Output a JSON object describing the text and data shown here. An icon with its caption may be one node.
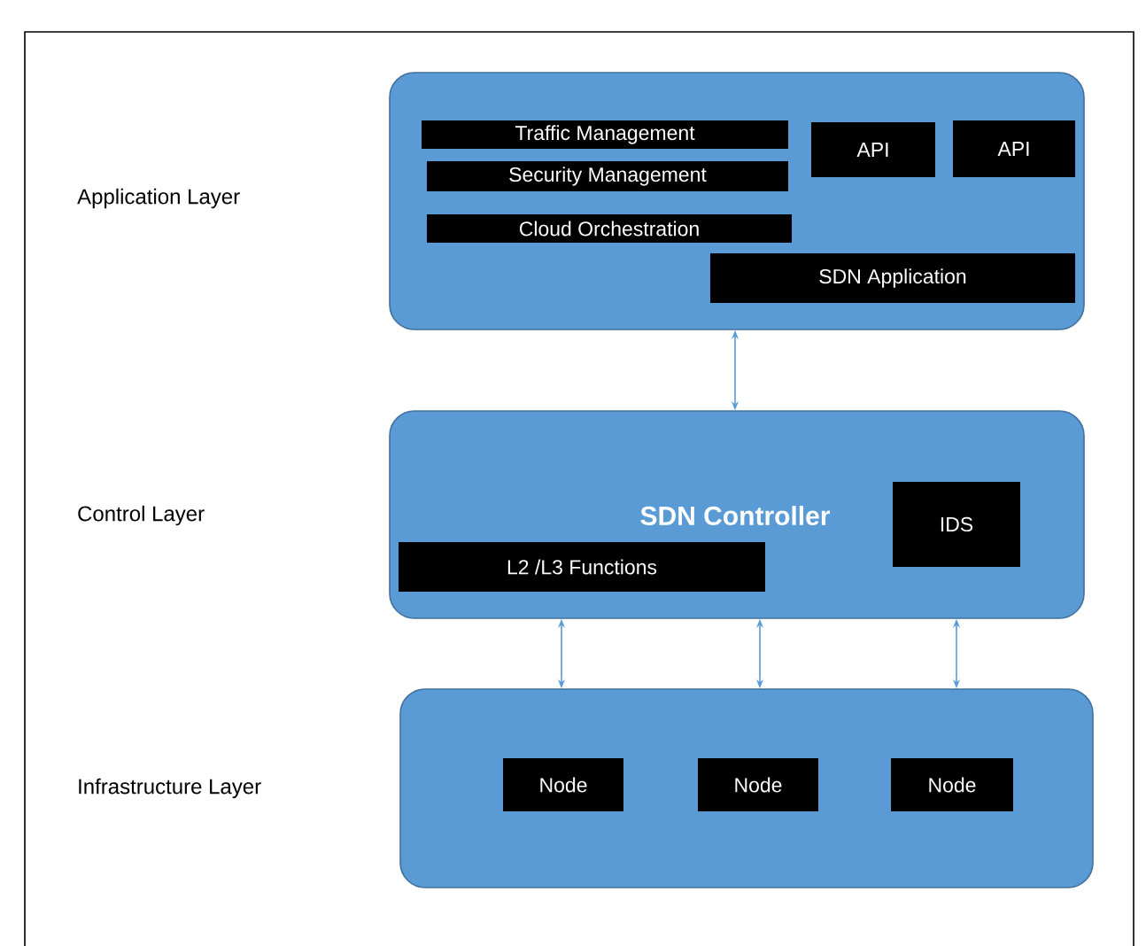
{
  "diagram": {
    "nodes": [
      {
        "text": [],
        "shape": "box"
      },
      {
        "text": [
          "Traffic Management"
        ],
        "in": 0
      },
      {
        "text": [
          "Security Management"
        ],
        "in": 0
      },
      {
        "text": [
          "API"
        ],
        "in": 0
      },
      {
        "text": [
          "API"
        ],
        "in": 0
      },
      {
        "text": [
          "Cloud Orchestration"
        ],
        "in": 0
      },
      {
        "text": [
          "SDN Application"
        ],
        "in": 0
      },
      {
        "text": [
          "SDN Controller"
        ]
      },
      {
        "text": [
          "IDS"
        ],
        "in": 7
      },
      {
        "text": [
          "L2 /L3 Functions"
        ],
        "in": 7
      },
      {
        "text": [],
        "shape": "box"
      },
      {
        "text": [
          "Node"
        ],
        "in": 10
      },
      {
        "text": [
          "Node"
        ],
        "in": 10
      },
      {
        "text": [
          "Node"
        ],
        "in": 10
      }
    ],
    "edges": [
      {
        "from": 0,
        "to": 7,
        "arrow": "both"
      },
      {
        "from": 7,
        "to": 10,
        "arrow": "both"
      },
      {
        "from": 7,
        "to": 10,
        "arrow": "both"
      },
      {
        "from": 7,
        "to": 10,
        "arrow": "both"
      }
    ],
    "labels": [
      "Application Layer",
      "Control Layer",
      "Infrastructure Layer"
    ]
  }
}
